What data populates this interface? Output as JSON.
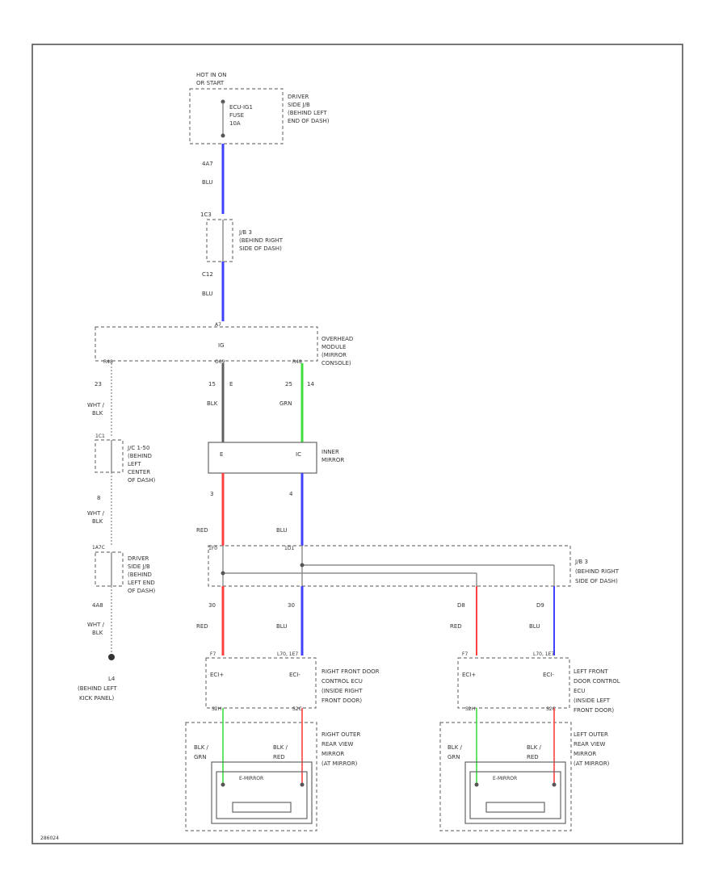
{
  "colors": {
    "blu": "#4040ff",
    "red": "#ff4040",
    "grn": "#40dd40",
    "blk": "#606060",
    "frame": "#555555"
  },
  "top": {
    "hot_label_1": "HOT IN ON",
    "hot_label_2": "OR START",
    "fuse_1": "ECU-IG1",
    "fuse_2": "FUSE",
    "fuse_3": "10A",
    "jb_1": "DRIVER",
    "jb_2": "SIDE J/B",
    "jb_3": "(BEHIND LEFT",
    "jb_4": "END OF DASH)",
    "wire1_pin": "4A7",
    "wire1_color": "BLU",
    "jb3_pin": "1C3",
    "jb3_1": "J/B 3",
    "jb3_2": "(BEHIND RIGHT",
    "jb3_3": "SIDE OF DASH)",
    "wire2_pin": "C12",
    "wire2_color": "BLU"
  },
  "overhead": {
    "top_pin": "A7",
    "label_1": "OVERHEAD",
    "label_2": "MODULE",
    "label_3": "(MIRROR",
    "label_4": "CONSOLE)",
    "mid_pin": "IG",
    "conn_left": "R48",
    "conn_mid": "O69",
    "conn_right": "R48"
  },
  "left_branch": {
    "w1_pin": "23",
    "w1_color_1": "WHT /",
    "w1_color_2": "BLK",
    "conn": "1C1",
    "jc_1": "J/C 1-50",
    "jc_2": "(BEHIND",
    "jc_3": "LEFT",
    "jc_4": "CENTER",
    "jc_5": "OF DASH)",
    "w2_pin": "8",
    "w2_color_1": "WHT /",
    "w2_color_2": "BLK",
    "conn2": "1A7C",
    "dsjb_1": "DRIVER",
    "dsjb_2": "SIDE J/B",
    "dsjb_3": "(BEHIND",
    "dsjb_4": "LEFT END",
    "dsjb_5": "OF DASH)",
    "w3_pin": "4A8",
    "w3_color_1": "WHT /",
    "w3_color_2": "BLK",
    "ground_1": "L4",
    "ground_2": "(BEHIND LEFT",
    "ground_3": "KICK PANEL)"
  },
  "mid_branch": {
    "w_left_pin_1": "15",
    "w_left_pin_2": "E",
    "w_left_color": "BLK",
    "w_right_pin_1": "25",
    "w_right_pin_2": "14",
    "w_right_color": "GRN"
  },
  "inner_mirror": {
    "pin_e": "E",
    "pin_ic": "IC",
    "label_1": "INNER",
    "label_2": "MIRROR",
    "out_left_pin": "3",
    "out_left_color": "RED",
    "out_right_pin": "4",
    "out_right_color": "BLU"
  },
  "jb3_lower": {
    "conn_left": "1F0",
    "conn_right": "1D1",
    "label_1": "J/B 3",
    "label_2": "(BEHIND RIGHT",
    "label_3": "SIDE OF DASH)"
  },
  "right_door": {
    "w_left_pin": "30",
    "w_left_color": "RED",
    "w_right_pin": "30",
    "w_right_color": "BLU",
    "conn_left": "F7",
    "conn_right": "L70, 1E7",
    "pin_left": "ECI+",
    "pin_right": "ECI-",
    "label_1": "RIGHT FRONT DOOR",
    "label_2": "CONTROL ECU",
    "label_3": "(INSIDE RIGHT",
    "label_4": "FRONT DOOR)",
    "bottom_left": "S2H",
    "bottom_right": "S2C",
    "wire_left_1": "BLK /",
    "wire_left_2": "GRN",
    "wire_right_1": "BLK /",
    "wire_right_2": "RED",
    "mirror_1": "RIGHT OUTER",
    "mirror_2": "REAR VIEW",
    "mirror_3": "MIRROR",
    "mirror_4": "(AT MIRROR)",
    "inner_label": "E-MIRROR"
  },
  "left_door": {
    "w_left_pin": "D8",
    "w_left_color": "RED",
    "w_right_pin": "D9",
    "w_right_color": "BLU",
    "conn_left": "F7",
    "conn_right": "L70, 1E7",
    "pin_left": "ECI+",
    "pin_right": "ECI-",
    "label_1": "LEFT FRONT",
    "label_2": "DOOR CONTROL",
    "label_3": "ECU",
    "label_4": "(INSIDE LEFT",
    "label_5": "FRONT DOOR)",
    "bottom_left": "S2H",
    "bottom_right": "S2C",
    "wire_left_1": "BLK /",
    "wire_left_2": "GRN",
    "wire_right_1": "BLK /",
    "wire_right_2": "RED",
    "mirror_1": "LEFT OUTER",
    "mirror_2": "REAR VIEW",
    "mirror_3": "MIRROR",
    "mirror_4": "(AT MIRROR)",
    "inner_label": "E-MIRROR"
  },
  "footer_code": "286024"
}
